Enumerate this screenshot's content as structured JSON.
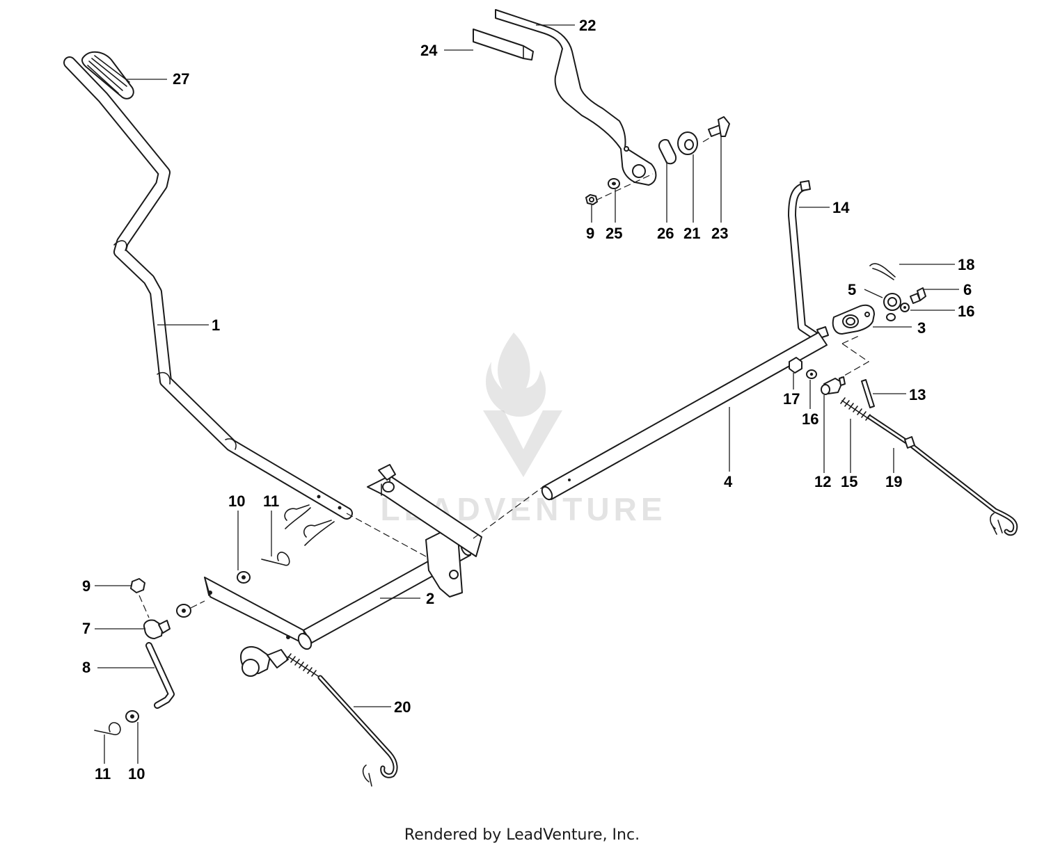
{
  "callouts": {
    "c1": "1",
    "c2": "2",
    "c3": "3",
    "c4": "4",
    "c5": "5",
    "c6": "6",
    "c7": "7",
    "c8": "8",
    "c9a": "9",
    "c9b": "9",
    "c10a": "10",
    "c10b": "10",
    "c11a": "11",
    "c11b": "11",
    "c12": "12",
    "c13": "13",
    "c14": "14",
    "c15": "15",
    "c16a": "16",
    "c16b": "16",
    "c17": "17",
    "c18": "18",
    "c19": "19",
    "c20": "20",
    "c21": "21",
    "c22": "22",
    "c23": "23",
    "c24": "24",
    "c25": "25",
    "c26": "26",
    "c27": "27"
  },
  "watermark": {
    "text": "LEADVENTURE"
  },
  "footer": {
    "credit": "Rendered by LeadVenture, Inc."
  },
  "colors": {
    "line": "#1a1a1a",
    "background": "#ffffff",
    "watermark": "#c8c8c8"
  }
}
